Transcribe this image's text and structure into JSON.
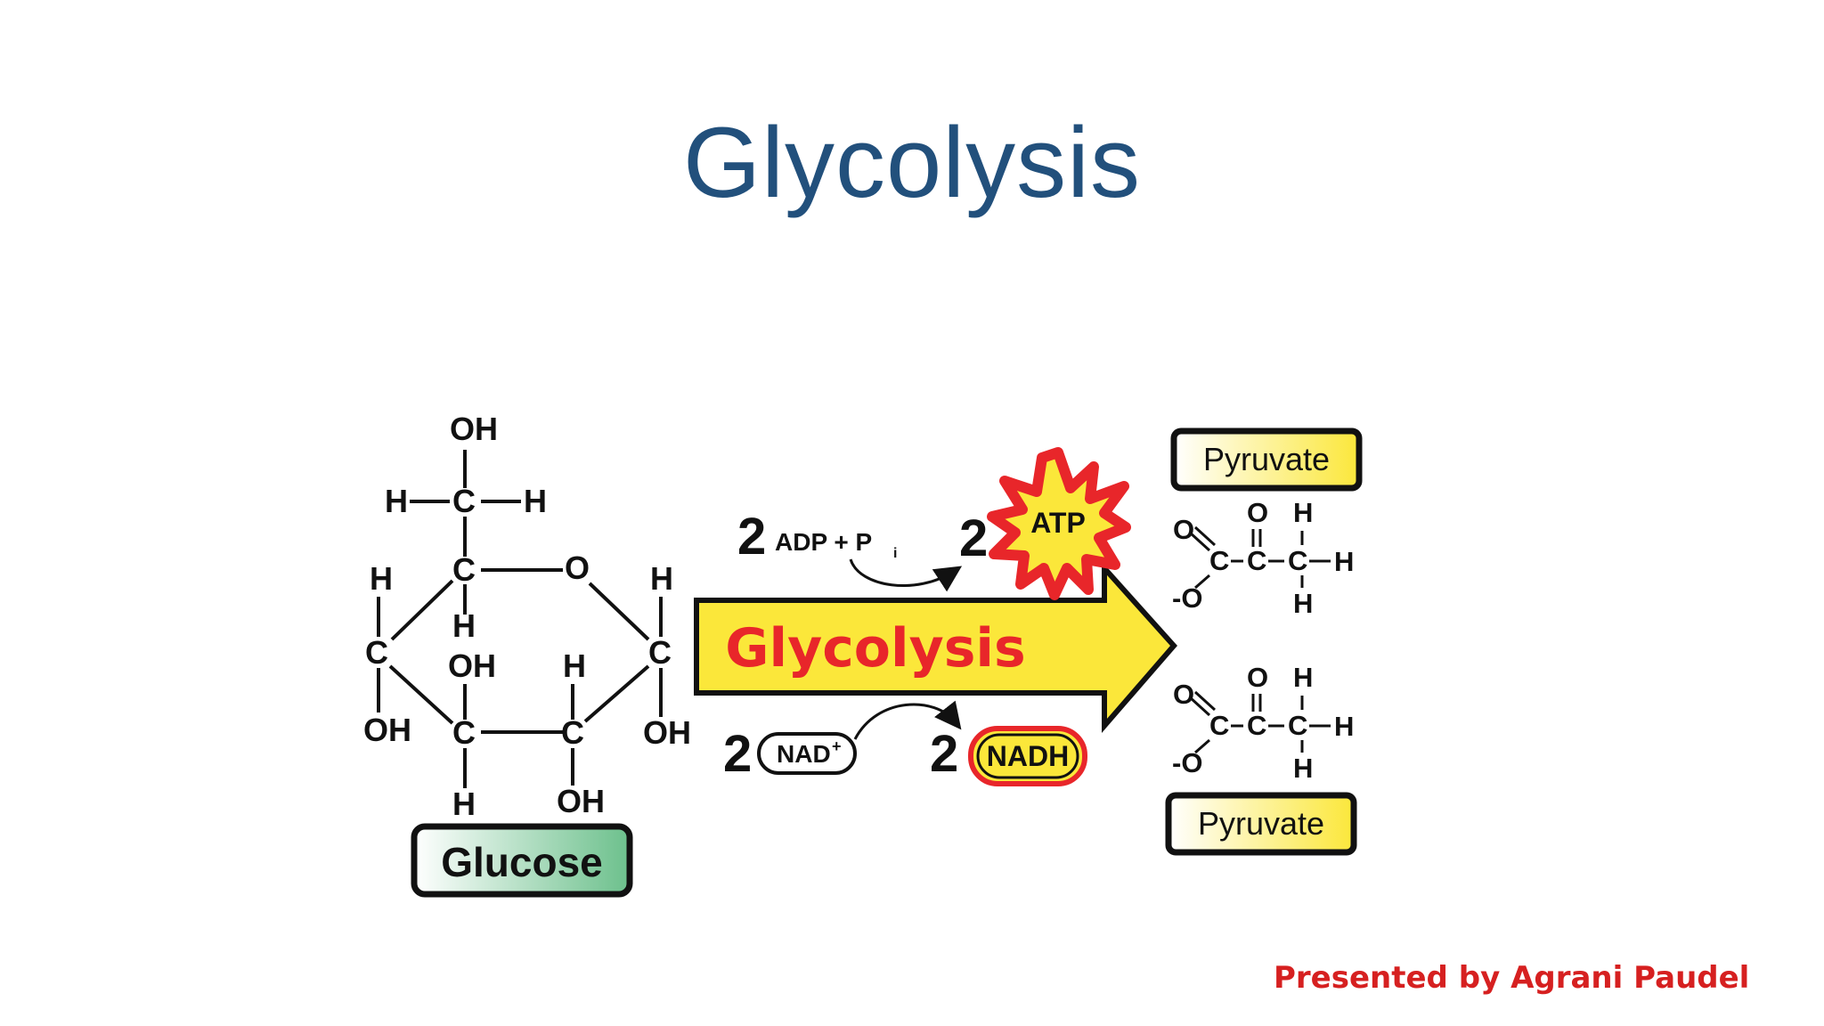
{
  "slide": {
    "title": "Glycolysis",
    "credit": "Presented by Agrani Paudel"
  },
  "diagram": {
    "center_label": "Glycolysis",
    "reactant_label": "Glucose",
    "product_label_top": "Pyruvate",
    "product_label_bottom": "Pyruvate",
    "inputs": {
      "adp_coef": "2",
      "adp_label": "ADP + P",
      "adp_sub": "i",
      "nad_coef": "2",
      "nad_label": "NAD",
      "nad_sup": "+"
    },
    "outputs": {
      "atp_coef": "2",
      "atp_label": "ATP",
      "nadh_coef": "2",
      "nadh_label": "NADH"
    },
    "glucose_atoms": {
      "oh": "OH",
      "h": "H",
      "c": "C",
      "o": "O"
    },
    "pyruvate_atoms": {
      "o": "O",
      "c": "C",
      "h": "H",
      "o_minus": "-O",
      "minus": "-"
    }
  },
  "colors": {
    "title": "#22507c",
    "credit": "#d62020",
    "arrow_fill": "#fbe73a",
    "arrow_text": "#e8262a",
    "atp_burst": "#e8262a",
    "atp_inner": "#fbe73a",
    "nadh_fill": "#fbe73a",
    "nadh_border": "#e8262a",
    "glucose_gradient_end": "#6cc08c",
    "pyruvate_fill": "#fbe73a"
  },
  "icons": [
    "curved-arrow-icon",
    "starburst-icon"
  ]
}
